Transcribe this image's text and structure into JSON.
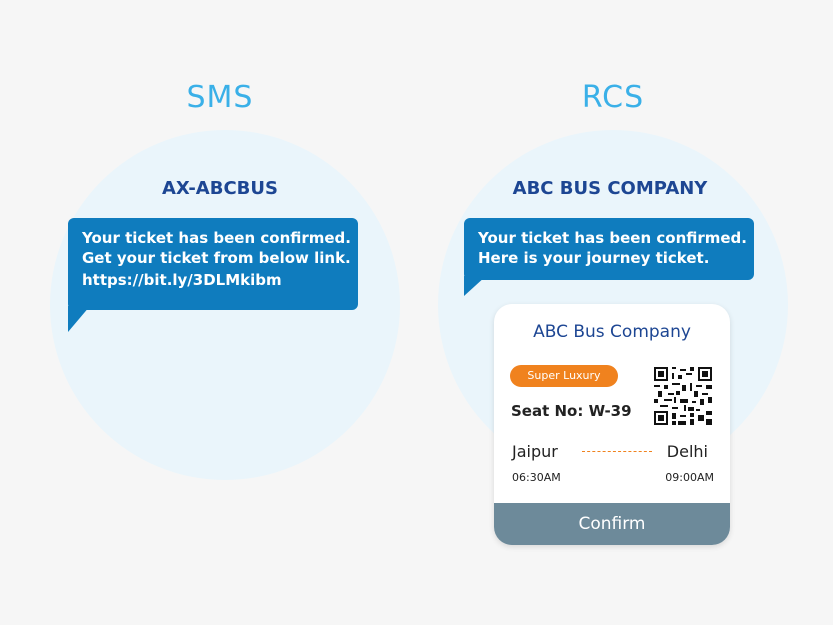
{
  "colors": {
    "background": "#f6f6f6",
    "heading": "#3ab0e8",
    "panel": "#eaf5fb",
    "sender": "#1d4693",
    "bubble": "#0f7cbe",
    "card_title": "#1d4693",
    "badge": "#f0821e",
    "route_line": "#f0821e",
    "confirm": "#6d8a9a"
  },
  "sms": {
    "heading": "SMS",
    "sender": "AX-ABCBUS",
    "message_lines": [
      "Your ticket has been confirmed.",
      "Get your ticket from below link.",
      "https://bit.ly/3DLMkibm"
    ]
  },
  "rcs": {
    "heading": "RCS",
    "sender": "ABC BUS COMPANY",
    "message_lines": [
      "Your ticket has been confirmed.",
      "Here is your journey ticket."
    ],
    "card": {
      "title": "ABC Bus Company",
      "badge": "Super Luxury",
      "seat": "Seat No: W-39",
      "qr_icon": "qr-code-icon",
      "from_city": "Jaipur",
      "to_city": "Delhi",
      "depart_time": "06:30AM",
      "arrive_time": "09:00AM",
      "confirm_label": "Confirm"
    }
  }
}
